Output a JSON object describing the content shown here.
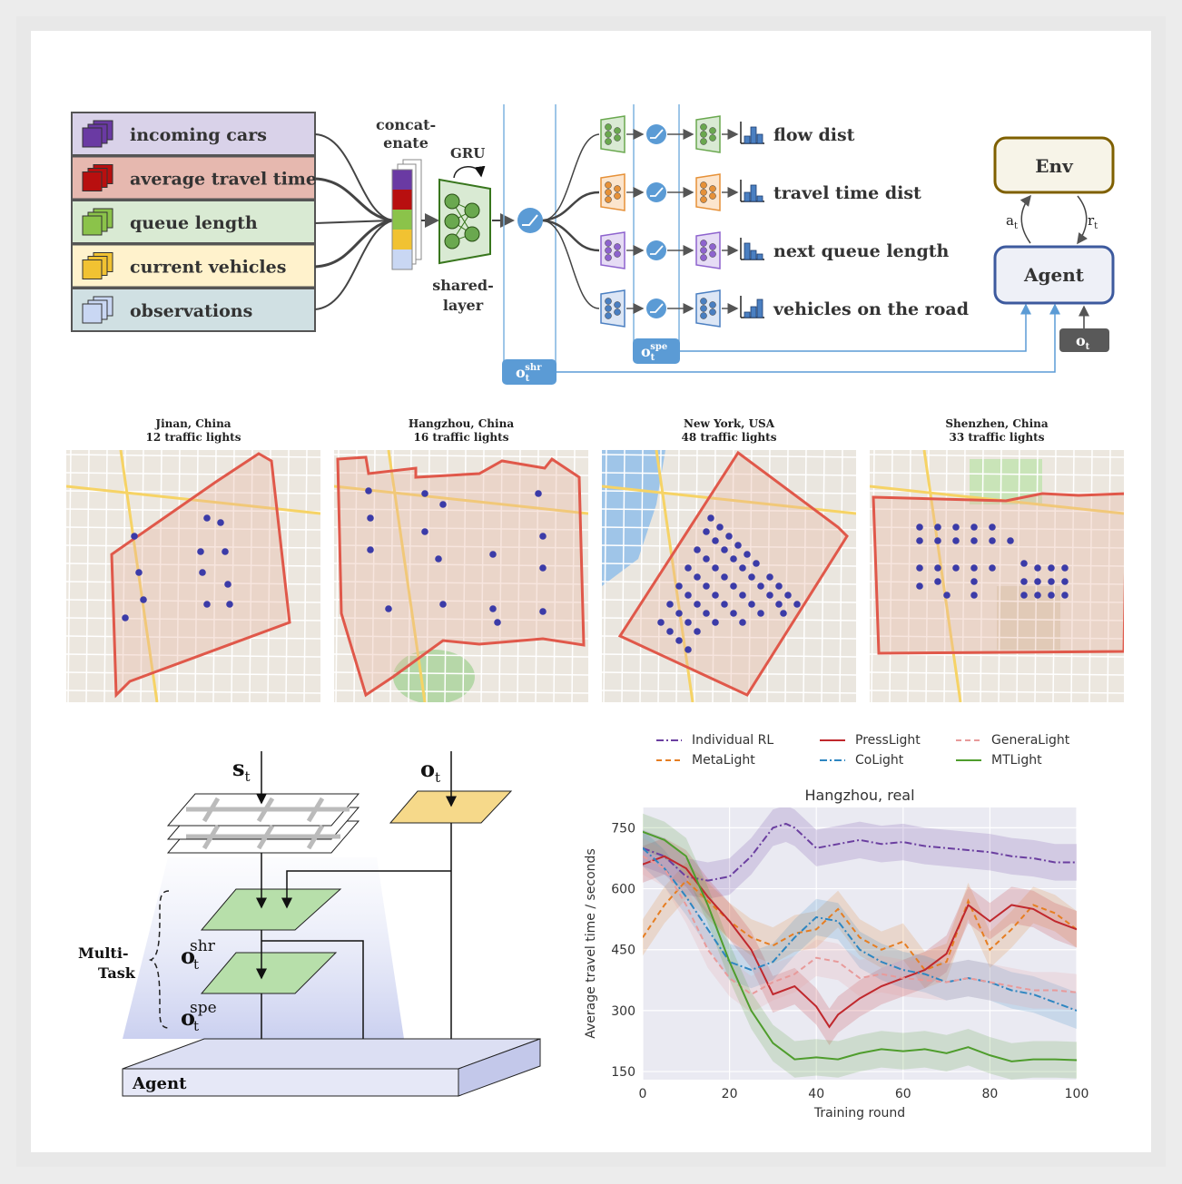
{
  "architecture": {
    "features": [
      {
        "label": "incoming cars",
        "bg": "#d9d2e9",
        "icon": "#6a3aa3"
      },
      {
        "label": "average travel time",
        "bg": "#e6b8af",
        "icon": "#b80f0f"
      },
      {
        "label": "queue length",
        "bg": "#d9ead3",
        "icon": "#8bc34a"
      },
      {
        "label": "current vehicles",
        "bg": "#fff2cc",
        "icon": "#f1c232"
      },
      {
        "label": "observations",
        "bg": "#d0e0e3",
        "icon": "#c9d7f3"
      }
    ],
    "concat_label_1": "concat-",
    "concat_label_2": "enate",
    "gru_label": "GRU",
    "shared_label_1": "shared-",
    "shared_label_2": "layer",
    "heads": [
      {
        "label": "flow dist",
        "color": "#6aa84f",
        "fill": "#d9ead3"
      },
      {
        "label": "travel time dist",
        "color": "#e69138",
        "fill": "#fce5cd"
      },
      {
        "label": "next queue length",
        "color": "#8e63ce",
        "fill": "#e6dcf5"
      },
      {
        "label": "vehicles on the road",
        "color": "#4a7fc1",
        "fill": "#dce6f5"
      }
    ],
    "o_shr": "o",
    "o_shr_sub": "t",
    "o_shr_sup": "shr",
    "o_spe": "o",
    "o_spe_sub": "t",
    "o_spe_sup": "spe",
    "env_label": "Env",
    "agent_label": "Agent",
    "a_t": "a",
    "r_t": "r",
    "t_sub": "t",
    "o_t": "o"
  },
  "maps": [
    {
      "line1": "Jinan, China",
      "line2": "12 traffic lights"
    },
    {
      "line1": "Hangzhou, China",
      "line2": "16 traffic lights"
    },
    {
      "line1": "New York, USA",
      "line2": "48 traffic lights"
    },
    {
      "line1": "Shenzhen, China",
      "line2": "33 traffic lights"
    }
  ],
  "flow": {
    "s_t": "s",
    "o_t": "o",
    "t_sub": "t",
    "multi_1": "Multi-",
    "multi_2": "Task",
    "shr": "shr",
    "spe": "spe",
    "agent_label": "Agent"
  },
  "chart_data": {
    "type": "line",
    "title": "Hangzhou, real",
    "xlabel": "Training round",
    "ylabel": "Average travel time / seconds",
    "xlim": [
      0,
      100
    ],
    "ylim": [
      130,
      800
    ],
    "xticks": [
      0,
      20,
      40,
      60,
      80,
      100
    ],
    "yticks": [
      150,
      300,
      450,
      600,
      750
    ],
    "grid": true,
    "legend_position": "top",
    "series": [
      {
        "name": "Individual RL",
        "color": "#6b3fa0",
        "dash": "8,3,2,3",
        "x": [
          0,
          5,
          10,
          15,
          20,
          25,
          30,
          33,
          35,
          40,
          45,
          50,
          55,
          60,
          65,
          70,
          75,
          80,
          85,
          90,
          95,
          100
        ],
        "y": [
          700,
          680,
          630,
          620,
          630,
          680,
          750,
          760,
          750,
          700,
          710,
          720,
          710,
          715,
          705,
          700,
          695,
          690,
          680,
          675,
          665,
          665
        ]
      },
      {
        "name": "MetaLight",
        "color": "#e67e22",
        "dash": "6,4",
        "x": [
          0,
          5,
          10,
          15,
          20,
          25,
          30,
          35,
          40,
          45,
          50,
          55,
          60,
          65,
          70,
          75,
          80,
          85,
          90,
          95,
          100
        ],
        "y": [
          480,
          560,
          620,
          570,
          520,
          480,
          460,
          490,
          500,
          550,
          480,
          450,
          470,
          400,
          420,
          570,
          450,
          500,
          560,
          540,
          500
        ]
      },
      {
        "name": "PressLight",
        "color": "#c0282d",
        "dash": "",
        "x": [
          0,
          5,
          10,
          15,
          20,
          25,
          30,
          35,
          40,
          43,
          45,
          50,
          55,
          60,
          65,
          70,
          75,
          80,
          85,
          90,
          95,
          100
        ],
        "y": [
          660,
          680,
          650,
          580,
          520,
          450,
          340,
          360,
          310,
          260,
          290,
          330,
          360,
          380,
          400,
          440,
          560,
          520,
          560,
          550,
          520,
          500
        ]
      },
      {
        "name": "CoLight",
        "color": "#2e86c1",
        "dash": "8,3,2,3",
        "x": [
          0,
          5,
          10,
          15,
          20,
          25,
          30,
          35,
          40,
          45,
          50,
          55,
          60,
          65,
          70,
          75,
          80,
          85,
          90,
          95,
          100
        ],
        "y": [
          700,
          650,
          580,
          500,
          420,
          400,
          420,
          480,
          530,
          520,
          450,
          420,
          400,
          390,
          370,
          380,
          370,
          350,
          340,
          320,
          300
        ]
      },
      {
        "name": "GeneraLight",
        "color": "#e89a9a",
        "dash": "6,4",
        "x": [
          0,
          5,
          10,
          15,
          20,
          25,
          30,
          35,
          40,
          45,
          50,
          55,
          60,
          65,
          70,
          75,
          80,
          85,
          90,
          95,
          100
        ],
        "y": [
          680,
          650,
          560,
          450,
          380,
          340,
          370,
          390,
          430,
          420,
          380,
          390,
          380,
          375,
          370,
          380,
          370,
          360,
          350,
          350,
          345
        ]
      },
      {
        "name": "MTLight",
        "color": "#4f9d2d",
        "dash": "",
        "x": [
          0,
          5,
          10,
          15,
          20,
          25,
          30,
          35,
          40,
          45,
          50,
          55,
          60,
          65,
          70,
          75,
          80,
          85,
          90,
          95,
          100
        ],
        "y": [
          740,
          720,
          680,
          560,
          420,
          300,
          220,
          180,
          185,
          180,
          195,
          205,
          200,
          205,
          195,
          210,
          190,
          175,
          180,
          180,
          178
        ]
      }
    ]
  }
}
